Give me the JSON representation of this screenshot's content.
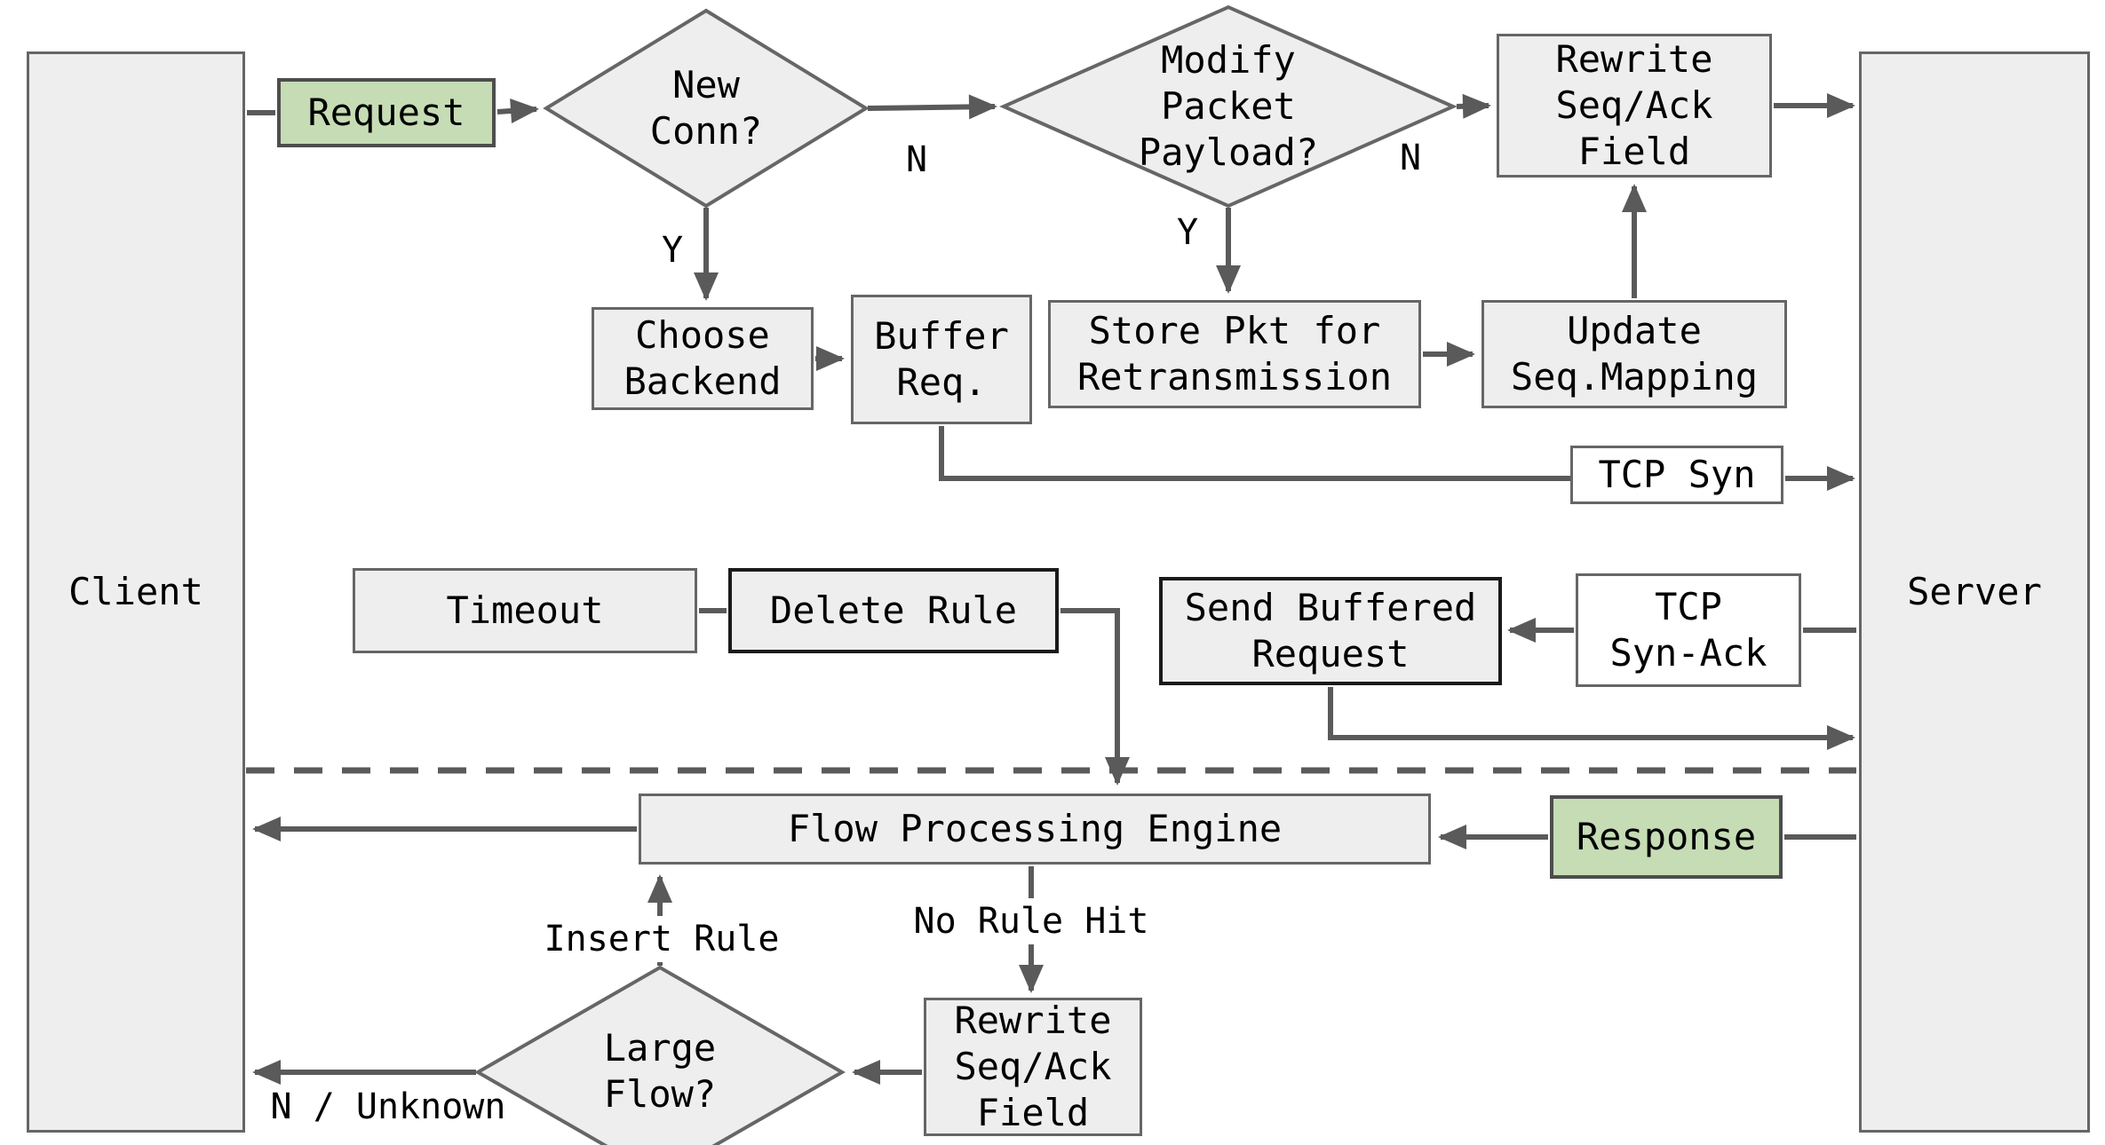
{
  "diagram": {
    "nodes": {
      "client": "Client",
      "server": "Server",
      "request": "Request",
      "new_conn": "New\nConn?",
      "modify_packet": "Modify\nPacket\nPayload?",
      "rewrite_top": "Rewrite\nSeq/Ack\nField",
      "choose_backend": "Choose\nBackend",
      "buffer_req": "Buffer\nReq.",
      "store_pkt": "Store Pkt for\nRetransmission",
      "update_seq": "Update\nSeq.Mapping",
      "tcp_syn": "TCP Syn",
      "timeout": "Timeout",
      "delete_rule": "Delete Rule",
      "send_buffered": "Send Buffered\nRequest",
      "tcp_syn_ack": "TCP\nSyn-Ack",
      "flow_engine": "Flow Processing Engine",
      "response": "Response",
      "rewrite_bottom": "Rewrite\nSeq/Ack\nField",
      "large_flow": "Large\nFlow?"
    },
    "edge_labels": {
      "new_conn_no": "N",
      "new_conn_yes": "Y",
      "modify_no": "N",
      "modify_yes": "Y",
      "no_rule_hit": "No Rule Hit",
      "insert_rule": "Insert Rule",
      "large_flow_no": "N / Unknown"
    },
    "colors": {
      "node_fill": "#eeeeee",
      "node_border": "#666666",
      "dark_border": "#1a1a1a",
      "green_fill": "#c6dcb5",
      "green_border": "#4d4d4d",
      "white_fill": "#ffffff",
      "arrow": "#5a5a5a",
      "text": "#000000"
    }
  }
}
